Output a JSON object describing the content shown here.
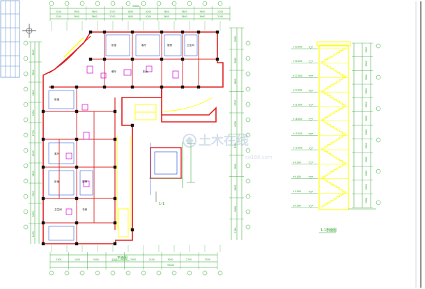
{
  "drawing": {
    "plan_title": "平面图",
    "stair_section_title": "1-1剖面图",
    "detail_label": "1-1",
    "colors": {
      "background": "#ffffff",
      "wall": "#e01f1f",
      "dimension": "#1e9e1e",
      "grid_bubble": "#1e9e1e",
      "stair": "#ffff00",
      "column": "#101010",
      "room_outline": "#0a3fd6",
      "furniture": "#d81bd8",
      "frame": "#5a88c8"
    },
    "plan_dims_top": [
      "2100",
      "3900",
      "3600",
      "2700",
      "1800",
      "4200",
      "3600",
      "3600",
      "3900",
      "2100"
    ],
    "plan_dims_top_total": "35800",
    "plan_dims_bottom": [
      "3300",
      "2400",
      "3000",
      "2700",
      "3300",
      "2400",
      "3000",
      "2700",
      "3300"
    ],
    "plan_dims_bottom_total": "33200",
    "plan_dims_left": [
      "1800",
      "3900",
      "3600",
      "3000",
      "2700",
      "4200",
      "3600",
      "3300",
      "3000",
      "2400"
    ],
    "plan_dims_right": [
      "3900",
      "3000",
      "3600",
      "2700",
      "4200",
      "3300",
      "3000",
      "2400",
      "3600",
      "2100"
    ],
    "room_tags": [
      "卧室",
      "客厅",
      "厨房",
      "卫生间",
      "餐厅",
      "阳台",
      "卧室",
      "客厅",
      "卧室",
      "厨房",
      "卫生间",
      "书房"
    ],
    "elevations": [
      "±0.000",
      "+3.000",
      "+6.000",
      "+9.000",
      "+12.000",
      "+15.000",
      "+18.000",
      "+21.000",
      "+24.000",
      "+27.000",
      "+30.000",
      "+33.000"
    ],
    "stair_dims_right": [
      "1500",
      "3000",
      "3000",
      "3000",
      "3000",
      "3000",
      "3000",
      "3000",
      "3000",
      "3000",
      "3000",
      "1500"
    ],
    "watermark": {
      "cn": "土木在线",
      "en": "co188.com"
    }
  }
}
